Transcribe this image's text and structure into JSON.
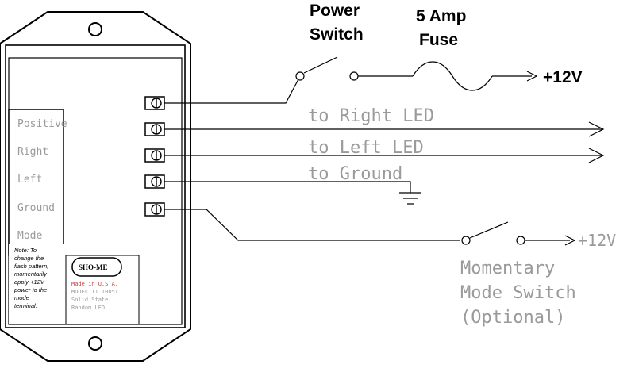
{
  "labels": {
    "power_switch_line1": "Power",
    "power_switch_line2": "Switch",
    "fuse_line1": "5 Amp",
    "fuse_line2": "Fuse",
    "plus12_top": "+12V",
    "to_right_led": "to Right LED",
    "to_left_led": "to Left LED",
    "to_ground": "to Ground",
    "plus12_bottom": "+12V",
    "momentary_line1": "Momentary",
    "momentary_line2": "Mode Switch",
    "momentary_line3": "(Optional)"
  },
  "terminals": {
    "positive": "Positive",
    "right": "Right",
    "left": "Left",
    "ground": "Ground",
    "mode": "Mode"
  },
  "note": {
    "line1": "Note: To",
    "line2": "change the",
    "line3": "flash pattern,",
    "line4": "momentarily",
    "line5": "apply +12V",
    "line6": "power to the",
    "line7": "mode",
    "line8": "terminal."
  },
  "product": {
    "logo": "SHO-ME",
    "made_in": "Made in U.S.A.",
    "model": "MODEL 11.1005T",
    "line3": "Solid State",
    "line4": "Random LED"
  }
}
